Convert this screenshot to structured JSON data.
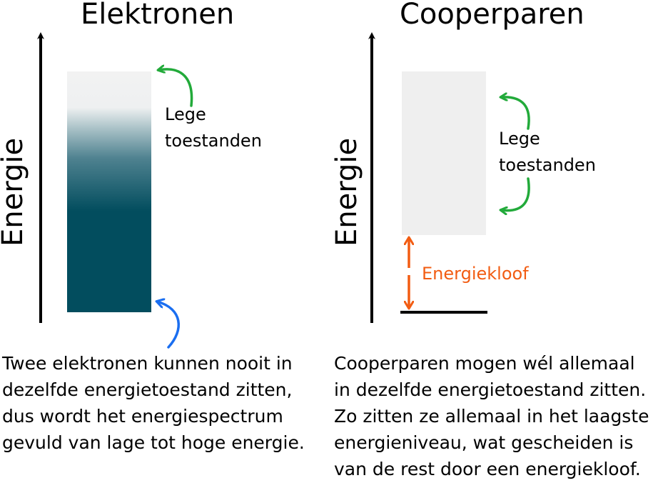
{
  "left": {
    "title": "Elektronen",
    "axis_label": "Energie",
    "empty_states_label": [
      "Lege",
      "toestanden"
    ],
    "caption_lines": [
      "Twee elektronen kunnen nooit in",
      "dezelfde energietoestand zitten,",
      "dus wordt het energiespectrum",
      "gevuld van lage tot hoge energie."
    ]
  },
  "right": {
    "title": "Cooperparen",
    "axis_label": "Energie",
    "empty_states_label": [
      "Lege",
      "toestanden"
    ],
    "gap_label": "Energiekloof",
    "caption_lines": [
      "Cooperparen mogen wél allemaal",
      "in dezelfde energietoestand zitten.",
      "Zo zitten ze allemaal in het laagste",
      "energieniveau, wat gescheiden is",
      "van de rest door een energiekloof."
    ]
  },
  "colors": {
    "filled_band": "#024d5e",
    "empty_band": "#efefef",
    "green_arrow": "#22aa3a",
    "blue_arrow": "#1a6ef0",
    "orange": "#f25c12",
    "axis": "#000000"
  }
}
